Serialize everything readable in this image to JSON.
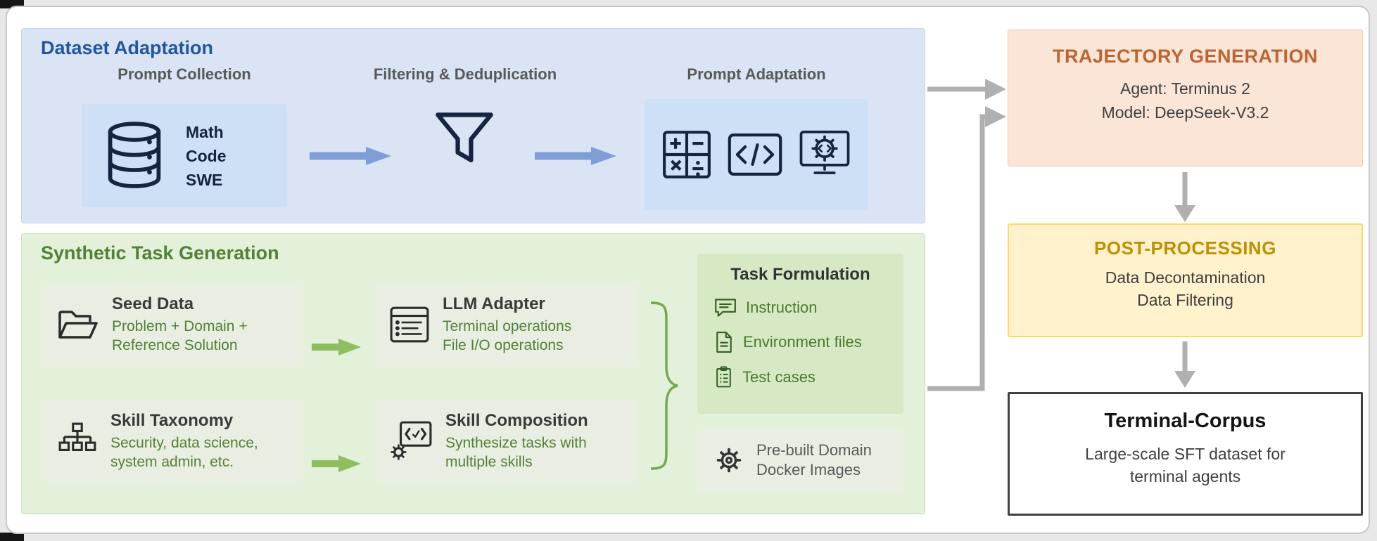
{
  "dataset_adaptation": {
    "title": "Dataset Adaptation",
    "prompt_collection_label": "Prompt Collection",
    "prompt_collection_items": [
      "Math",
      "Code",
      "SWE"
    ],
    "filtering_label": "Filtering & Deduplication",
    "prompt_adaptation_label": "Prompt Adaptation"
  },
  "synthetic": {
    "title": "Synthetic Task Generation",
    "seed_data_title": "Seed Data",
    "seed_data_line1": "Problem + Domain +",
    "seed_data_line2": "Reference Solution",
    "skill_taxonomy_title": "Skill Taxonomy",
    "skill_taxonomy_line1": "Security, data science,",
    "skill_taxonomy_line2": "system admin, etc.",
    "llm_adapter_title": "LLM Adapter",
    "llm_adapter_line1": "Terminal operations",
    "llm_adapter_line2": "File I/O operations",
    "skill_composition_title": "Skill Composition",
    "skill_composition_line1": "Synthesize tasks with",
    "skill_composition_line2": "multiple skills",
    "task_formulation_title": "Task Formulation",
    "task_formulation_items": [
      "Instruction",
      "Environment files",
      "Test cases"
    ],
    "docker_line1": "Pre-built Domain",
    "docker_line2": "Docker Images"
  },
  "trajectory": {
    "title": "TRAJECTORY GENERATION",
    "agent_line": "Agent: Terminus 2",
    "model_line": "Model: DeepSeek-V3.2"
  },
  "post_processing": {
    "title": "POST-PROCESSING",
    "line1": "Data Decontamination",
    "line2": "Data Filtering"
  },
  "terminal_corpus": {
    "title": "Terminal-Corpus",
    "line1": "Large-scale SFT dataset for",
    "line2": "terminal agents"
  },
  "colors": {
    "blue_title": "#2156a5",
    "blue_panel_bg": "#dae4f4",
    "blue_box_bg": "#cde0f6",
    "blue_arrow": "#7f9ed8",
    "green_title": "#538135",
    "green_panel_bg": "#e3f0da",
    "green_card_bg": "#e9eee3",
    "task_box_bg": "#d6e8c4",
    "green_arrow": "#8fbe5f",
    "orange_title": "#bd6532",
    "orange_box_bg": "#fbe5d6",
    "yellow_title": "#bf9000",
    "yellow_box_bg": "#fff2cc",
    "yellow_border": "#ffd966",
    "gray_arrow": "#b0b0b0",
    "dark_border": "#404040"
  }
}
